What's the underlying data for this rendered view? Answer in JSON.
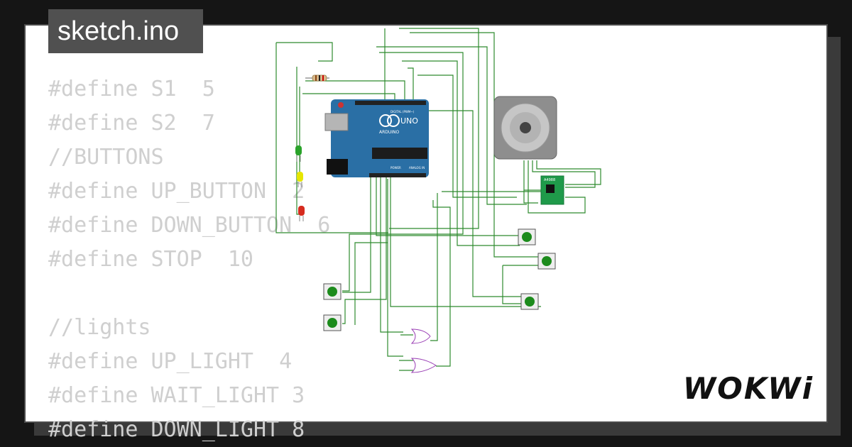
{
  "file_tab": {
    "label": "sketch.ino"
  },
  "code_lines": [
    "#define S1  5",
    "#define S2  7",
    "//BUTTONS",
    "#define UP_BUTTON  2",
    "#define DOWN_BUTTON  6",
    "#define STOP  10",
    "",
    "//lights",
    "#define UP_LIGHT  4",
    "#define WAIT_LIGHT 3",
    "#define DOWN_LIGHT 8"
  ],
  "circuit": {
    "board_label": "UNO",
    "board_sublabel": "ARDUINO",
    "board_header_label": "DIGITAL (PWM~)",
    "board_power_label": "POWER",
    "board_analog_label": "ANALOG IN",
    "driver_label": "A4988"
  },
  "brand": {
    "name": "WOKWi"
  },
  "colors": {
    "wire": "#2e8b2e",
    "board": "#2a6fa5",
    "background": "#151515",
    "tab": "#505050"
  }
}
